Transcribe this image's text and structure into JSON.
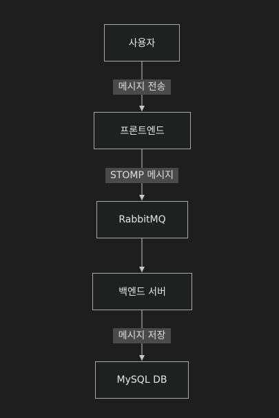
{
  "nodes": {
    "user": "사용자",
    "frontend": "프론트엔드",
    "rabbitmq": "RabbitMQ",
    "backend": "백엔드 서버",
    "mysql": "MySQL DB"
  },
  "edges": {
    "user_to_frontend": "메시지 전송",
    "frontend_to_rabbitmq": "STOMP 메시지",
    "rabbitmq_to_backend": "",
    "backend_to_mysql": "메시지 저장"
  },
  "colors": {
    "background": "#1e1e1e",
    "node_fill": "#1f2020",
    "node_border": "#a9a9a9",
    "edge_line": "#a9a9a9",
    "label_background": "#4a4a4a",
    "text": "#e6e6e6"
  }
}
